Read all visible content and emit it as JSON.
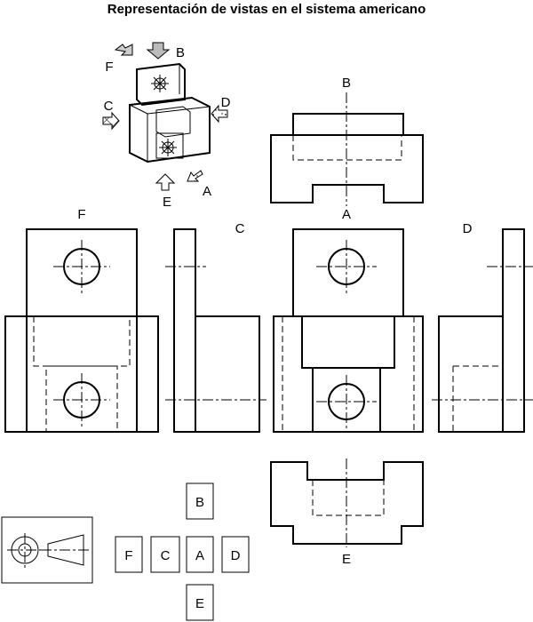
{
  "title": "Representación de vistas en el sistema americano",
  "pictorial": {
    "direction_labels": {
      "A": "A",
      "B": "B",
      "C": "C",
      "D": "D",
      "E": "E",
      "F": "F"
    }
  },
  "views": {
    "top": {
      "label": "B"
    },
    "left_rear": {
      "label": "F"
    },
    "left": {
      "label": "C"
    },
    "front": {
      "label": "A"
    },
    "right": {
      "label": "D"
    },
    "bottom": {
      "label": "E"
    }
  },
  "layout_key": {
    "boxes": [
      "B",
      "F",
      "C",
      "A",
      "D",
      "E"
    ]
  }
}
